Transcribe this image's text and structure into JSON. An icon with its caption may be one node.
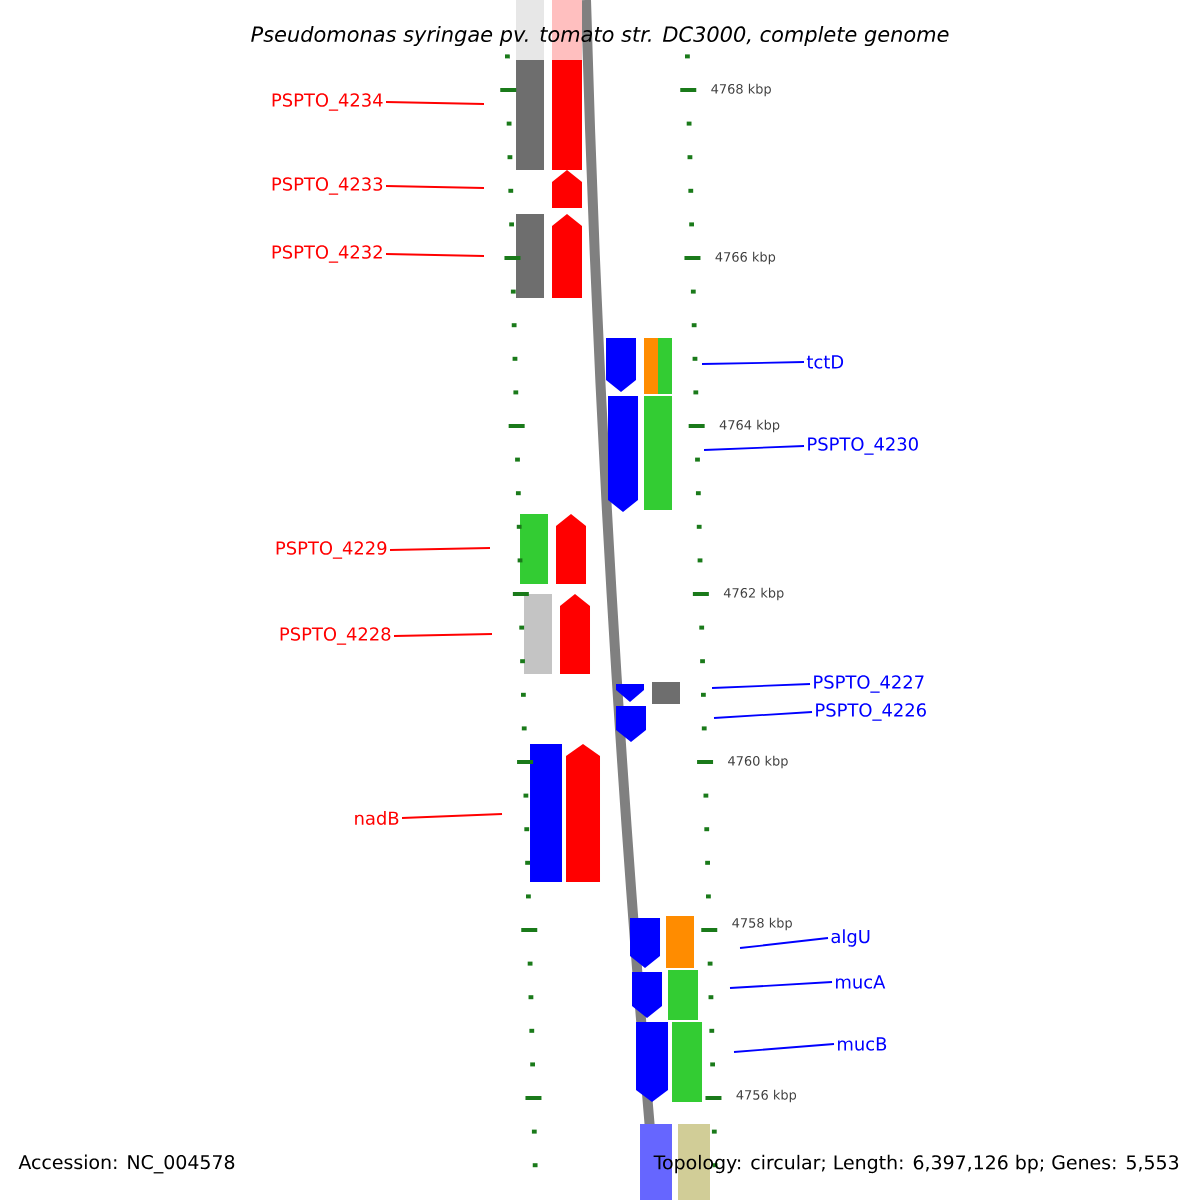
{
  "diagram": {
    "title": "Pseudomonas syringae pv. tomato str. DC3000, complete genome",
    "nodes": [
      {
        "text": [
          "PSPTO_4234"
        ]
      },
      {
        "text": [
          "PSPTO_4233"
        ]
      },
      {
        "text": [
          "PSPTO_4232"
        ]
      },
      {
        "text": [
          "tctD"
        ]
      },
      {
        "text": [
          "PSPTO_4230"
        ]
      },
      {
        "text": [
          "PSPTO_4229"
        ]
      },
      {
        "text": [
          "PSPTO_4228"
        ]
      },
      {
        "text": [
          "PSPTO_4227"
        ]
      },
      {
        "text": [
          "PSPTO_4226"
        ]
      },
      {
        "text": [
          "nadB"
        ]
      },
      {
        "text": [
          "algU"
        ]
      },
      {
        "text": [
          "mucA"
        ]
      },
      {
        "text": [
          "mucB"
        ]
      }
    ],
    "edges": [
      {
        "from": 0,
        "to": null,
        "arrow": "none",
        "color": "#ff0000"
      },
      {
        "from": 1,
        "to": null,
        "arrow": "none",
        "color": "#ff0000"
      },
      {
        "from": 2,
        "to": null,
        "arrow": "none",
        "color": "#ff0000"
      },
      {
        "from": 3,
        "to": null,
        "arrow": "none"
      },
      {
        "from": 4,
        "to": null,
        "arrow": "none"
      },
      {
        "from": 5,
        "to": null,
        "arrow": "none",
        "color": "#ff0000"
      },
      {
        "from": 6,
        "to": null,
        "arrow": "none",
        "color": "#ff0000"
      },
      {
        "from": 7,
        "to": null,
        "arrow": "none"
      },
      {
        "from": 8,
        "to": null,
        "arrow": "none"
      },
      {
        "from": 9,
        "to": null,
        "arrow": "none",
        "color": "#ff0000"
      },
      {
        "from": 10,
        "to": null,
        "arrow": "none"
      },
      {
        "from": 11,
        "to": null,
        "arrow": "none"
      },
      {
        "from": 12,
        "to": null,
        "arrow": "none"
      }
    ],
    "labels": [
      "4768 kbp",
      "4766 kbp",
      "4764 kbp",
      "4762 kbp",
      "4760 kbp",
      "4758 kbp",
      "4756 kbp",
      "Accession: NC_004578",
      "Topology: circular; Length: 6,397,126 bp; Genes: 5,553"
    ]
  }
}
